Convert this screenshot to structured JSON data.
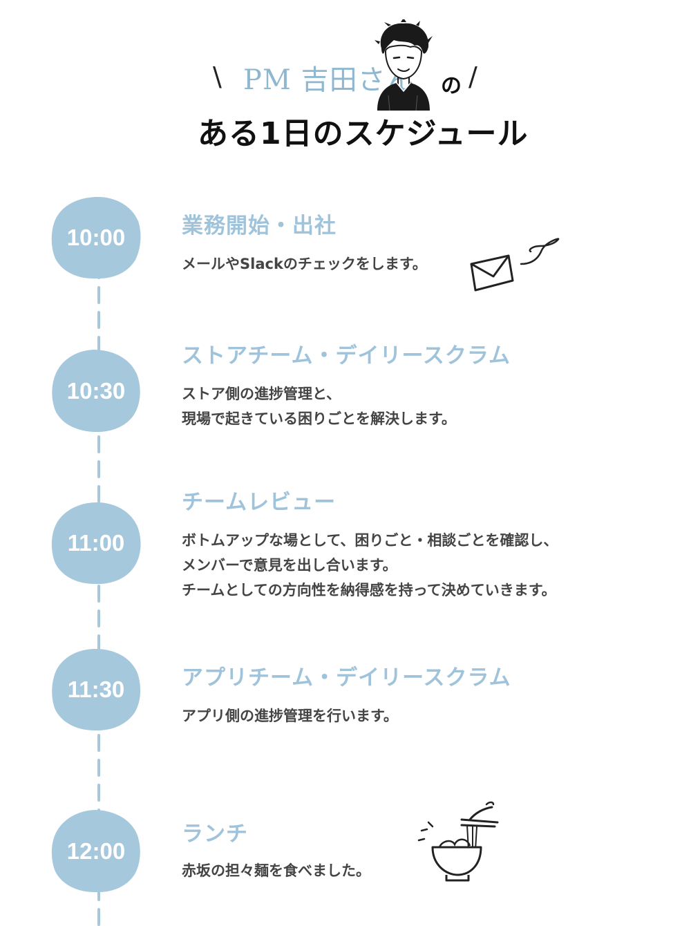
{
  "header": {
    "name_label": "PM 吉田さん",
    "no_label_top": "の",
    "title": "ある1日のスケジュール",
    "slash_left": "\\",
    "slash_right": "/"
  },
  "colors": {
    "badge": "#a6c8dc",
    "title": "#9fc3da",
    "line": "#a6c8dc",
    "text": "#444444"
  },
  "schedule": [
    {
      "time": "10:00",
      "title": "業務開始・出社",
      "lines": [
        "メールやSlackのチェックをします。"
      ],
      "icon": "envelope-icon"
    },
    {
      "time": "10:30",
      "title": "ストアチーム・デイリースクラム",
      "lines": [
        "ストア側の進捗管理と、",
        "現場で起きている困りごとを解決します。"
      ]
    },
    {
      "time": "11:00",
      "title": "チームレビュー",
      "lines": [
        "ボトムアップな場として、困りごと・相談ごとを確認し、",
        "メンバーで意見を出し合います。",
        "チームとしての方向性を納得感を持って決めていきます。"
      ]
    },
    {
      "time": "11:30",
      "title": "アプリチーム・デイリースクラム",
      "lines": [
        "アプリ側の進捗管理を行います。"
      ]
    },
    {
      "time": "12:00",
      "title": "ランチ",
      "lines": [
        "赤坂の担々麺を食べました。"
      ],
      "icon": "noodle-bowl-icon"
    }
  ]
}
